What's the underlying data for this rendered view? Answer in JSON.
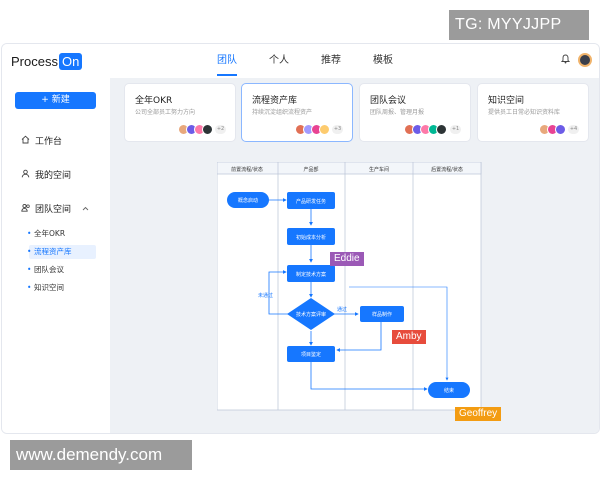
{
  "watermarks": {
    "top": "TG: MYYJJPP",
    "bottom": "www.demendy.com"
  },
  "app": {
    "logo_text": "Process",
    "logo_badge": "On",
    "nav_tabs": [
      {
        "label": "团队",
        "active": true
      },
      {
        "label": "个人",
        "active": false
      },
      {
        "label": "推荐",
        "active": false
      },
      {
        "label": "模板",
        "active": false
      }
    ],
    "bell_icon": "bell-icon",
    "avatar_icon": "user-avatar"
  },
  "sidebar": {
    "new_button": "+ 新建",
    "items": [
      {
        "label": "工作台",
        "icon": "home-icon"
      },
      {
        "label": "我的空间",
        "icon": "user-icon"
      },
      {
        "label": "团队空间",
        "icon": "team-icon"
      }
    ],
    "team_sub": [
      {
        "label": "全年OKR",
        "active": false
      },
      {
        "label": "流程资产库",
        "active": true
      },
      {
        "label": "团队会议",
        "active": false
      },
      {
        "label": "知识空间",
        "active": false
      }
    ]
  },
  "cards": [
    {
      "title": "全年OKR",
      "subtitle": "公司全部员工努力方向",
      "count": "+2",
      "selected": false
    },
    {
      "title": "流程资产库",
      "subtitle": "持续沉淀组织流程资产",
      "count": "+3",
      "selected": true
    },
    {
      "title": "团队会议",
      "subtitle": "团队周报、管理月报",
      "count": "+1",
      "selected": false
    },
    {
      "title": "知识空间",
      "subtitle": "提供员工日常必知识资料库",
      "count": "+4",
      "selected": false
    }
  ],
  "flowchart": {
    "lanes": [
      "前置流程/状态",
      "产品部",
      "生产车间",
      "后置流程/状态"
    ],
    "nodes": {
      "start": "概念启动",
      "task1": "产品研发任务",
      "task2": "初始成本分析",
      "task3": "制定技术方案",
      "decision": "技术方案评审",
      "make": "样品制作",
      "approve": "项目鉴定",
      "end": "结束"
    },
    "edge_labels": {
      "fail": "未通过",
      "pass": "通过"
    },
    "collaborators": [
      {
        "name": "Eddie",
        "color": "#9b59b6"
      },
      {
        "name": "Amby",
        "color": "#e74c3c"
      },
      {
        "name": "Geoffrey",
        "color": "#f39c12"
      }
    ]
  },
  "colors": {
    "accent": "#1677ff",
    "node": "#1677ff",
    "bg": "#eef1f5"
  }
}
